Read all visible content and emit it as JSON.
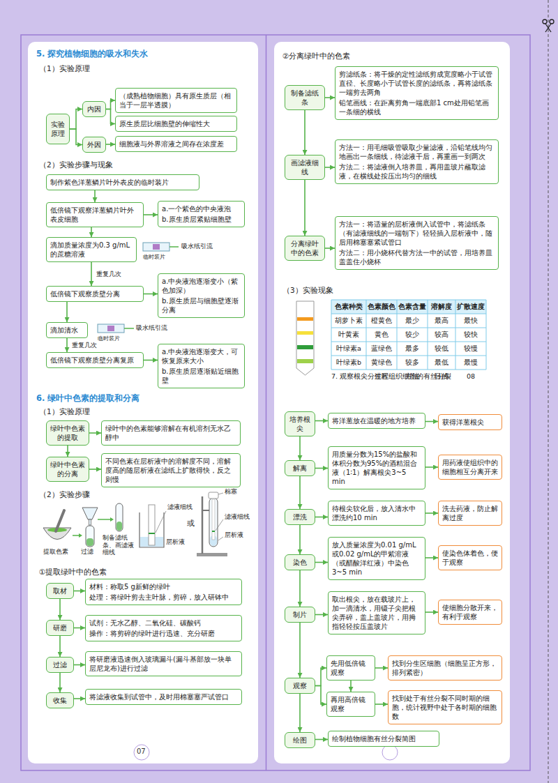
{
  "diagram": {
    "nodes": [
      {
        "text": [
          "实验原理"
        ]
      },
      {
        "text": [
          "内因"
        ]
      },
      {
        "text": [
          "外因"
        ]
      },
      {
        "text": [
          "（成熟植物细胞）具有原生质层（相当于一层半透膜）"
        ]
      },
      {
        "text": [
          "原生质层比细胞壁的伸缩性大"
        ]
      },
      {
        "text": [
          "细胞液与外界溶液之间存在浓度差"
        ]
      },
      {
        "text": [
          "制作紫色洋葱鳞片叶外表皮的临时装片"
        ]
      },
      {
        "text": [
          "低倍镜下观察洋葱鳞片叶外表皮细胞"
        ]
      },
      {
        "text": [
          "a.一个紫色的中央液泡",
          "b.原生质层紧贴细胞壁"
        ]
      },
      {
        "text": [
          "滴加质量浓度为0.3 g/mL的蔗糖溶液"
        ]
      },
      {
        "text": [
          "低倍镜下观察质壁分离"
        ]
      },
      {
        "text": [
          "a.中央液泡逐渐变小（紫色加深）",
          "b.原生质层与细胞壁逐渐分离"
        ]
      },
      {
        "text": [
          "滴加清水"
        ]
      },
      {
        "text": [
          "低倍镜下观察质壁分离复原"
        ]
      },
      {
        "text": [
          "a.中央液泡逐渐变大，可恢复原来大小",
          "b.原生质层逐渐贴近细胞壁"
        ]
      },
      {
        "text": [
          "绿叶中色素的提取"
        ]
      },
      {
        "text": [
          "绿叶中的色素能够溶解在有机溶剂无水乙醇中"
        ]
      },
      {
        "text": [
          "绿叶中色素的分离"
        ]
      },
      {
        "text": [
          "不同色素在层析液中的溶解度不同，溶解度高的随层析液在滤纸上扩散得快，反之则慢"
        ]
      },
      {
        "text": [
          "取材"
        ]
      },
      {
        "text": [
          "材料：称取5 g新鲜的绿叶",
          "处理：将绿叶剪去主叶脉，剪碎，放入研钵中"
        ]
      },
      {
        "text": [
          "研磨"
        ]
      },
      {
        "text": [
          "试剂：无水乙醇、二氧化硅、碳酸钙",
          "操作：将剪碎的绿叶进行迅速、充分研磨"
        ]
      },
      {
        "text": [
          "过滤"
        ]
      },
      {
        "text": [
          "将研磨液迅速倒入玻璃漏斗(漏斗基部放一块单层尼龙布)进行过滤"
        ]
      },
      {
        "text": [
          "收集"
        ]
      },
      {
        "text": [
          "将滤液收集到试管中，及时用棉塞塞严试管口"
        ]
      },
      {
        "text": [
          "制备滤纸条"
        ]
      },
      {
        "text": [
          "剪滤纸条：将干燥的定性滤纸剪成宽度略小于试管直径、长度略小于试管长度的滤纸条，再将滤纸条一端剪去两角",
          "铅笔画线：在距离剪角一端底部1 cm处用铅笔画一条细的横线"
        ]
      },
      {
        "text": [
          "画滤液细线"
        ]
      },
      {
        "text": [
          "方法一：用毛细吸管吸取少量滤液，沿铅笔线均匀地画出一条细线，待滤液干后，再重画一到两次",
          "方法二：将滤液倒入培养皿，再用盖玻片蘸取滤液，在横线处按压出均匀的细线"
        ]
      },
      {
        "text": [
          "分离绿叶中的色素"
        ]
      },
      {
        "text": [
          "方法一：将适量的层析液倒入试管中，将滤纸条（有滤液细线的一端朝下）轻轻插入层析液中，随后用棉塞塞紧试管口",
          "方法二：用小烧杯代替方法一中的试管，用培养皿盖盖住小烧杯"
        ]
      },
      {
        "text": [
          "培养根尖"
        ]
      },
      {
        "text": [
          "将洋葱放在温暖的地方培养"
        ]
      },
      {
        "text": [
          "获得洋葱根尖"
        ]
      },
      {
        "text": [
          "解离"
        ]
      },
      {
        "text": [
          "用质量分数为15%的盐酸和体积分数为95%的酒精混合液（1∶1）解离根尖3~5 min"
        ]
      },
      {
        "text": [
          "用药液使组织中的细胞相互分离开来"
        ]
      },
      {
        "text": [
          "漂洗"
        ]
      },
      {
        "text": [
          "待根尖软化后，放入清水中漂洗约10 min"
        ]
      },
      {
        "text": [
          "洗去药液，防止解离过度"
        ]
      },
      {
        "text": [
          "染色"
        ]
      },
      {
        "text": [
          "放入质量浓度为0.01 g/mL或0.02 g/mL的甲紫溶液（或醋酸洋红液）中染色3~5 min"
        ]
      },
      {
        "text": [
          "使染色体着色，便于观察"
        ]
      },
      {
        "text": [
          "制片"
        ]
      },
      {
        "text": [
          "取出根尖，放在载玻片上，加一滴清水，用镊子尖把根尖弄碎，盖上盖玻片，用拇指轻轻按压盖玻片"
        ]
      },
      {
        "text": [
          "使细胞分散开来，有利于观察"
        ]
      },
      {
        "text": [
          "观察"
        ]
      },
      {
        "text": [
          "先用低倍镜观察"
        ]
      },
      {
        "text": [
          "找到分生区细胞（细胞呈正方形，排列紧密）"
        ]
      },
      {
        "text": [
          "再用高倍镜观察"
        ]
      },
      {
        "text": [
          "找到处于有丝分裂不同时期的细胞，统计视野中处于各时期的细胞数"
        ]
      },
      {
        "text": [
          "绘图"
        ]
      },
      {
        "text": [
          "绘制植物细胞有丝分裂简图"
        ]
      }
    ],
    "edges": [
      {
        "from": 0,
        "to": 1,
        "arrow": "to"
      },
      {
        "from": 0,
        "to": 2,
        "arrow": "to"
      },
      {
        "from": 1,
        "to": 3,
        "arrow": "to"
      },
      {
        "from": 1,
        "to": 4,
        "arrow": "to"
      },
      {
        "from": 2,
        "to": 5,
        "arrow": "to"
      },
      {
        "from": 6,
        "to": 7,
        "arrow": "to"
      },
      {
        "from": 7,
        "to": 8,
        "arrow": "to"
      },
      {
        "from": 7,
        "to": 9,
        "arrow": "to"
      },
      {
        "from": 9,
        "to": 10,
        "label": "重复几次",
        "arrow": "to"
      },
      {
        "from": 10,
        "to": 11,
        "arrow": "to"
      },
      {
        "from": 10,
        "to": 12,
        "arrow": "to"
      },
      {
        "from": 12,
        "to": 13,
        "label": "重复几次",
        "arrow": "to"
      },
      {
        "from": 13,
        "to": 14,
        "arrow": "to"
      },
      {
        "from": 15,
        "to": 16,
        "arrow": "to"
      },
      {
        "from": 15,
        "to": 17,
        "arrow": "to"
      },
      {
        "from": 17,
        "to": 18,
        "arrow": "to"
      },
      {
        "from": 19,
        "to": 20,
        "arrow": "to"
      },
      {
        "from": 19,
        "to": 21,
        "arrow": "to"
      },
      {
        "from": 21,
        "to": 22,
        "arrow": "to"
      },
      {
        "from": 21,
        "to": 23,
        "arrow": "to"
      },
      {
        "from": 23,
        "to": 24,
        "arrow": "to"
      },
      {
        "from": 23,
        "to": 25,
        "arrow": "to"
      },
      {
        "from": 25,
        "to": 26,
        "arrow": "to"
      },
      {
        "from": 27,
        "to": 28,
        "arrow": "to"
      },
      {
        "from": 27,
        "to": 29,
        "arrow": "to"
      },
      {
        "from": 29,
        "to": 30,
        "arrow": "to"
      },
      {
        "from": 29,
        "to": 31,
        "arrow": "to"
      },
      {
        "from": 31,
        "to": 32,
        "arrow": "to"
      },
      {
        "from": 33,
        "to": 34,
        "arrow": "to"
      },
      {
        "from": 34,
        "to": 35,
        "arrow": "to"
      },
      {
        "from": 33,
        "to": 36,
        "arrow": "to"
      },
      {
        "from": 36,
        "to": 37,
        "arrow": "to"
      },
      {
        "from": 37,
        "to": 38,
        "arrow": "to"
      },
      {
        "from": 36,
        "to": 39,
        "arrow": "to"
      },
      {
        "from": 39,
        "to": 40,
        "arrow": "to"
      },
      {
        "from": 40,
        "to": 41,
        "arrow": "to"
      },
      {
        "from": 39,
        "to": 42,
        "arrow": "to"
      },
      {
        "from": 42,
        "to": 43,
        "arrow": "to"
      },
      {
        "from": 43,
        "to": 44,
        "arrow": "to"
      },
      {
        "from": 42,
        "to": 45,
        "arrow": "to"
      },
      {
        "from": 45,
        "to": 46,
        "arrow": "to"
      },
      {
        "from": 46,
        "to": 47,
        "arrow": "to"
      },
      {
        "from": 45,
        "to": 48,
        "arrow": "to"
      },
      {
        "from": 48,
        "to": 49,
        "arrow": "to"
      },
      {
        "from": 48,
        "to": 51,
        "arrow": "to"
      },
      {
        "from": 49,
        "to": 50,
        "arrow": "to"
      },
      {
        "from": 49,
        "to": 51,
        "arrow": "to"
      },
      {
        "from": 51,
        "to": 52,
        "arrow": "to"
      },
      {
        "from": 48,
        "to": 53,
        "arrow": "to"
      },
      {
        "from": 53,
        "to": 54,
        "arrow": "to"
      }
    ],
    "labels": [
      "5. 探究植物细胞的吸水和失水",
      "（1）实验原理",
      "（2）实验步骤与现象",
      "临时装片",
      "吸水纸引流",
      "临时装片",
      "吸水纸引流",
      "6. 绿叶中色素的提取和分离",
      "（1）实验原理",
      "（2）实验步骤",
      "提取色素",
      "过滤",
      "制备滤纸条、画滤液细线",
      "滤液细线",
      "层析液",
      "或",
      "棉塞",
      "滤液细线",
      "层析液",
      "①提取绿叶中的色素",
      "07",
      "②分离绿叶中的色素",
      "（3）实验现象",
      "色素种类",
      "色素颜色",
      "色素含量",
      "溶解度",
      "扩散速度",
      "胡萝卜素",
      "橙黄色",
      "最少",
      "最高",
      "最快",
      "叶黄素",
      "黄色",
      "较少",
      "较高",
      "较快",
      "叶绿素a",
      "蓝绿色",
      "最多",
      "较低",
      "较慢",
      "叶绿素b",
      "黄绿色",
      "较多",
      "最低",
      "最慢",
      "7. 观察根尖分生区组织细胞的有丝分裂",
      "过程",
      "方法",
      "目的",
      "08"
    ]
  }
}
